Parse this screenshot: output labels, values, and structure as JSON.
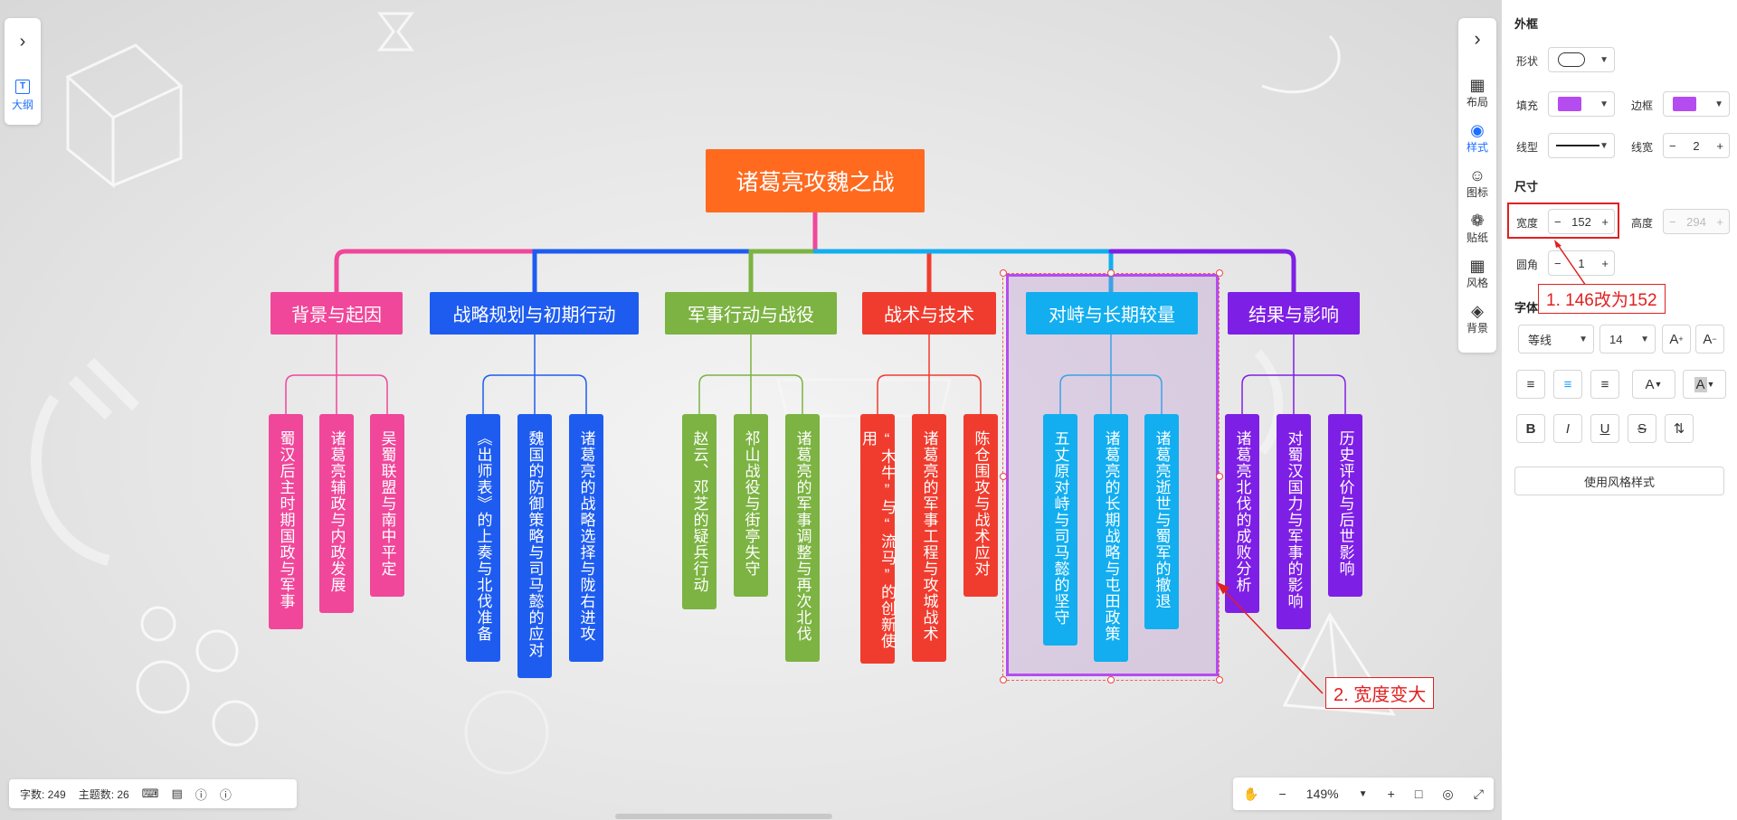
{
  "mindmap": {
    "root": "诸葛亮攻魏之战",
    "branches": [
      {
        "title": "背景与起因",
        "color": "#f0479a",
        "leaves": [
          "蜀汉后主时期国政与军事",
          "诸葛亮辅政与内政发展",
          "吴蜀联盟与南中平定"
        ]
      },
      {
        "title": "战略规划与初期行动",
        "color": "#1e5cf0",
        "leaves": [
          "《出师表》的上奏与北伐准备",
          "魏国的防御策略与司马懿的应对",
          "诸葛亮的战略选择与陇右进攻"
        ]
      },
      {
        "title": "军事行动与战役",
        "color": "#7cb342",
        "leaves": [
          "赵云、邓芝的疑兵行动",
          "祁山战役与街亭失守",
          "诸葛亮的军事调整与再次北伐"
        ]
      },
      {
        "title": "战术与技术",
        "color": "#f03c2e",
        "leaves": [
          "“木牛”与“流马”的创新使用",
          "诸葛亮的军事工程与攻城战术",
          "陈仓围攻与战术应对"
        ]
      },
      {
        "title": "对峙与长期较量",
        "color": "#12aef0",
        "leaves": [
          "五丈原对峙与司马懿的坚守",
          "诸葛亮的长期战略与屯田政策",
          "诸葛亮逝世与蜀军的撤退"
        ]
      },
      {
        "title": "结果与影响",
        "color": "#7e1fe6",
        "leaves": [
          "诸葛亮北伐的成败分析",
          "对蜀汉国力与军事的影响",
          "历史评价与后世影响"
        ]
      }
    ]
  },
  "left_toolbar": {
    "outline_label": "大纲"
  },
  "right_toolbar": {
    "items": [
      "布局",
      "样式",
      "图标",
      "贴纸",
      "风格",
      "背景"
    ]
  },
  "annotations": {
    "a1": "1. 146改为152",
    "a2": "2. 宽度变大"
  },
  "statusbar": {
    "word_count": "字数: 249",
    "topic_count": "主题数: 26"
  },
  "zoom": {
    "level": "149%"
  },
  "sidebar": {
    "frame_title": "外框",
    "shape_label": "形状",
    "fill_label": "填充",
    "border_label": "边框",
    "line_type_label": "线型",
    "line_width_label": "线宽",
    "line_width": "2",
    "size_title": "尺寸",
    "width_label": "宽度",
    "width_value": "152",
    "height_label": "高度",
    "height_value": "294",
    "radius_label": "圆角",
    "radius_value": "1",
    "font_title": "字体",
    "font_family": "等线",
    "font_size": "14",
    "use_style_btn": "使用风格样式",
    "fill_color": "#b44cf0",
    "border_color": "#b44cf0"
  }
}
